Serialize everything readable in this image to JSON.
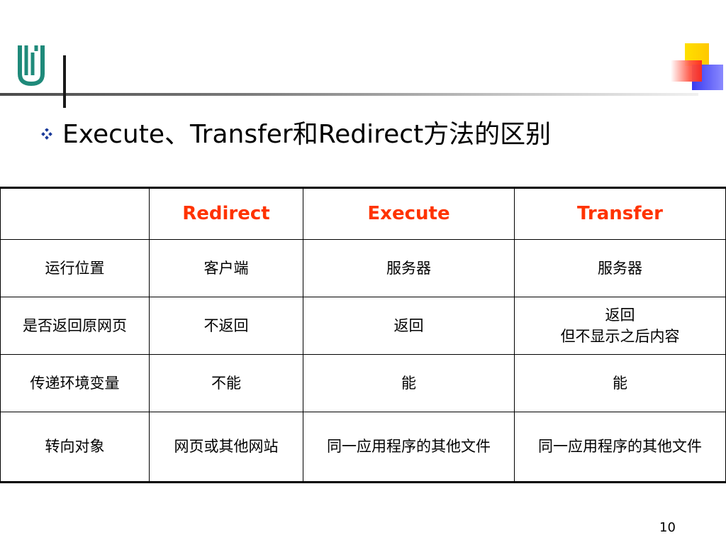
{
  "slide": {
    "title": "Execute、Transfer和Redirect方法的区别",
    "page_number": "10"
  },
  "colors": {
    "header_text": "#ff3300",
    "logo_teal": "#1f8a7a",
    "deco_yellow": "#ffd200",
    "deco_red": "#ff3a2a",
    "deco_blue": "#2a2ae0",
    "bullet_blue": "#1a3a9a"
  },
  "table": {
    "columns": [
      "",
      "Redirect",
      "Execute",
      "Transfer"
    ],
    "rows": [
      {
        "label": "运行位置",
        "cells": [
          [
            "客户端"
          ],
          [
            "服务器"
          ],
          [
            "服务器"
          ]
        ]
      },
      {
        "label": "是否返回原网页",
        "cells": [
          [
            "不返回"
          ],
          [
            "返回"
          ],
          [
            "返回",
            "但不显示之后内容"
          ]
        ]
      },
      {
        "label": "传递环境变量",
        "cells": [
          [
            "不能"
          ],
          [
            "能"
          ],
          [
            "能"
          ]
        ]
      },
      {
        "label": "转向对象",
        "cells": [
          [
            "网页或其他网站"
          ],
          [
            "同一应用程序的其他文件"
          ],
          [
            "同一应用程序的其他文件"
          ]
        ]
      }
    ]
  }
}
